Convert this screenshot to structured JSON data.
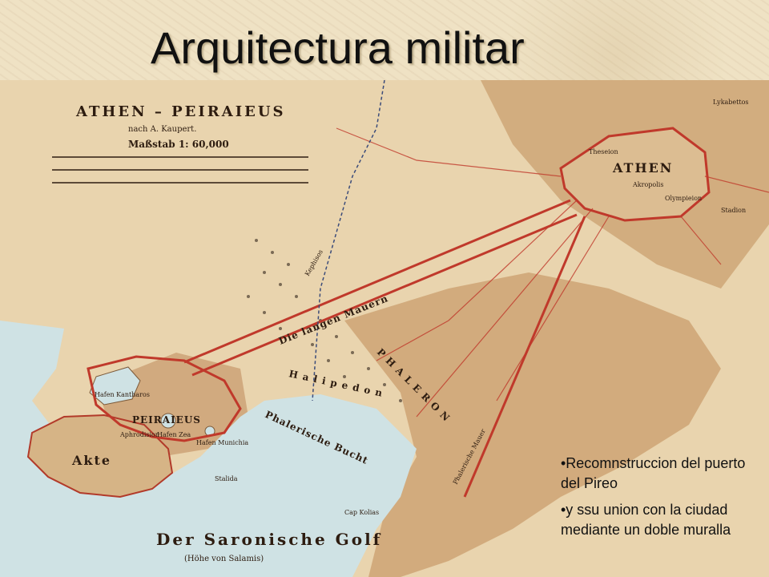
{
  "slide": {
    "title": "Arquitectura militar",
    "bullets": [
      "•Recomnstruccion del puerto del Pireo",
      "•y ssu union con la ciudad mediante un doble muralla"
    ]
  },
  "map": {
    "title": "ATHEN – PEIRAIEUS",
    "subtitle": "nach A. Kaupert.",
    "scale_label": "Maßstab 1: 60,000",
    "labels": {
      "athen": "ATHEN",
      "akropolis": "Akropolis",
      "theseion": "Theseion",
      "olympieion": "Olympieion",
      "stadion": "Stadion",
      "lykabettos": "Lykabettos",
      "die_langen_mauern": "Die langen Mauern",
      "kephisos": "Kephisos",
      "halipedon": "H a l i p e d o n",
      "phaleron": "P H A L E R O N",
      "phalerische_bucht": "Phalerische Bucht",
      "phalerische_mauer": "Phalerische Mauer",
      "peiraieus": "PEIRAIEUS",
      "hafen_kantharos": "Hafen Kantharos",
      "aphrodision": "Aphrodision",
      "hafen_zea": "Hafen Zea",
      "hafen_munichia": "Hafen Munichia",
      "akte": "Akte",
      "stalida": "Stalida",
      "kap_kolias": "Cap Kolias",
      "saronische_golf": "Der Saronische Golf",
      "salamis": "(Höhe von Salamis)"
    }
  }
}
